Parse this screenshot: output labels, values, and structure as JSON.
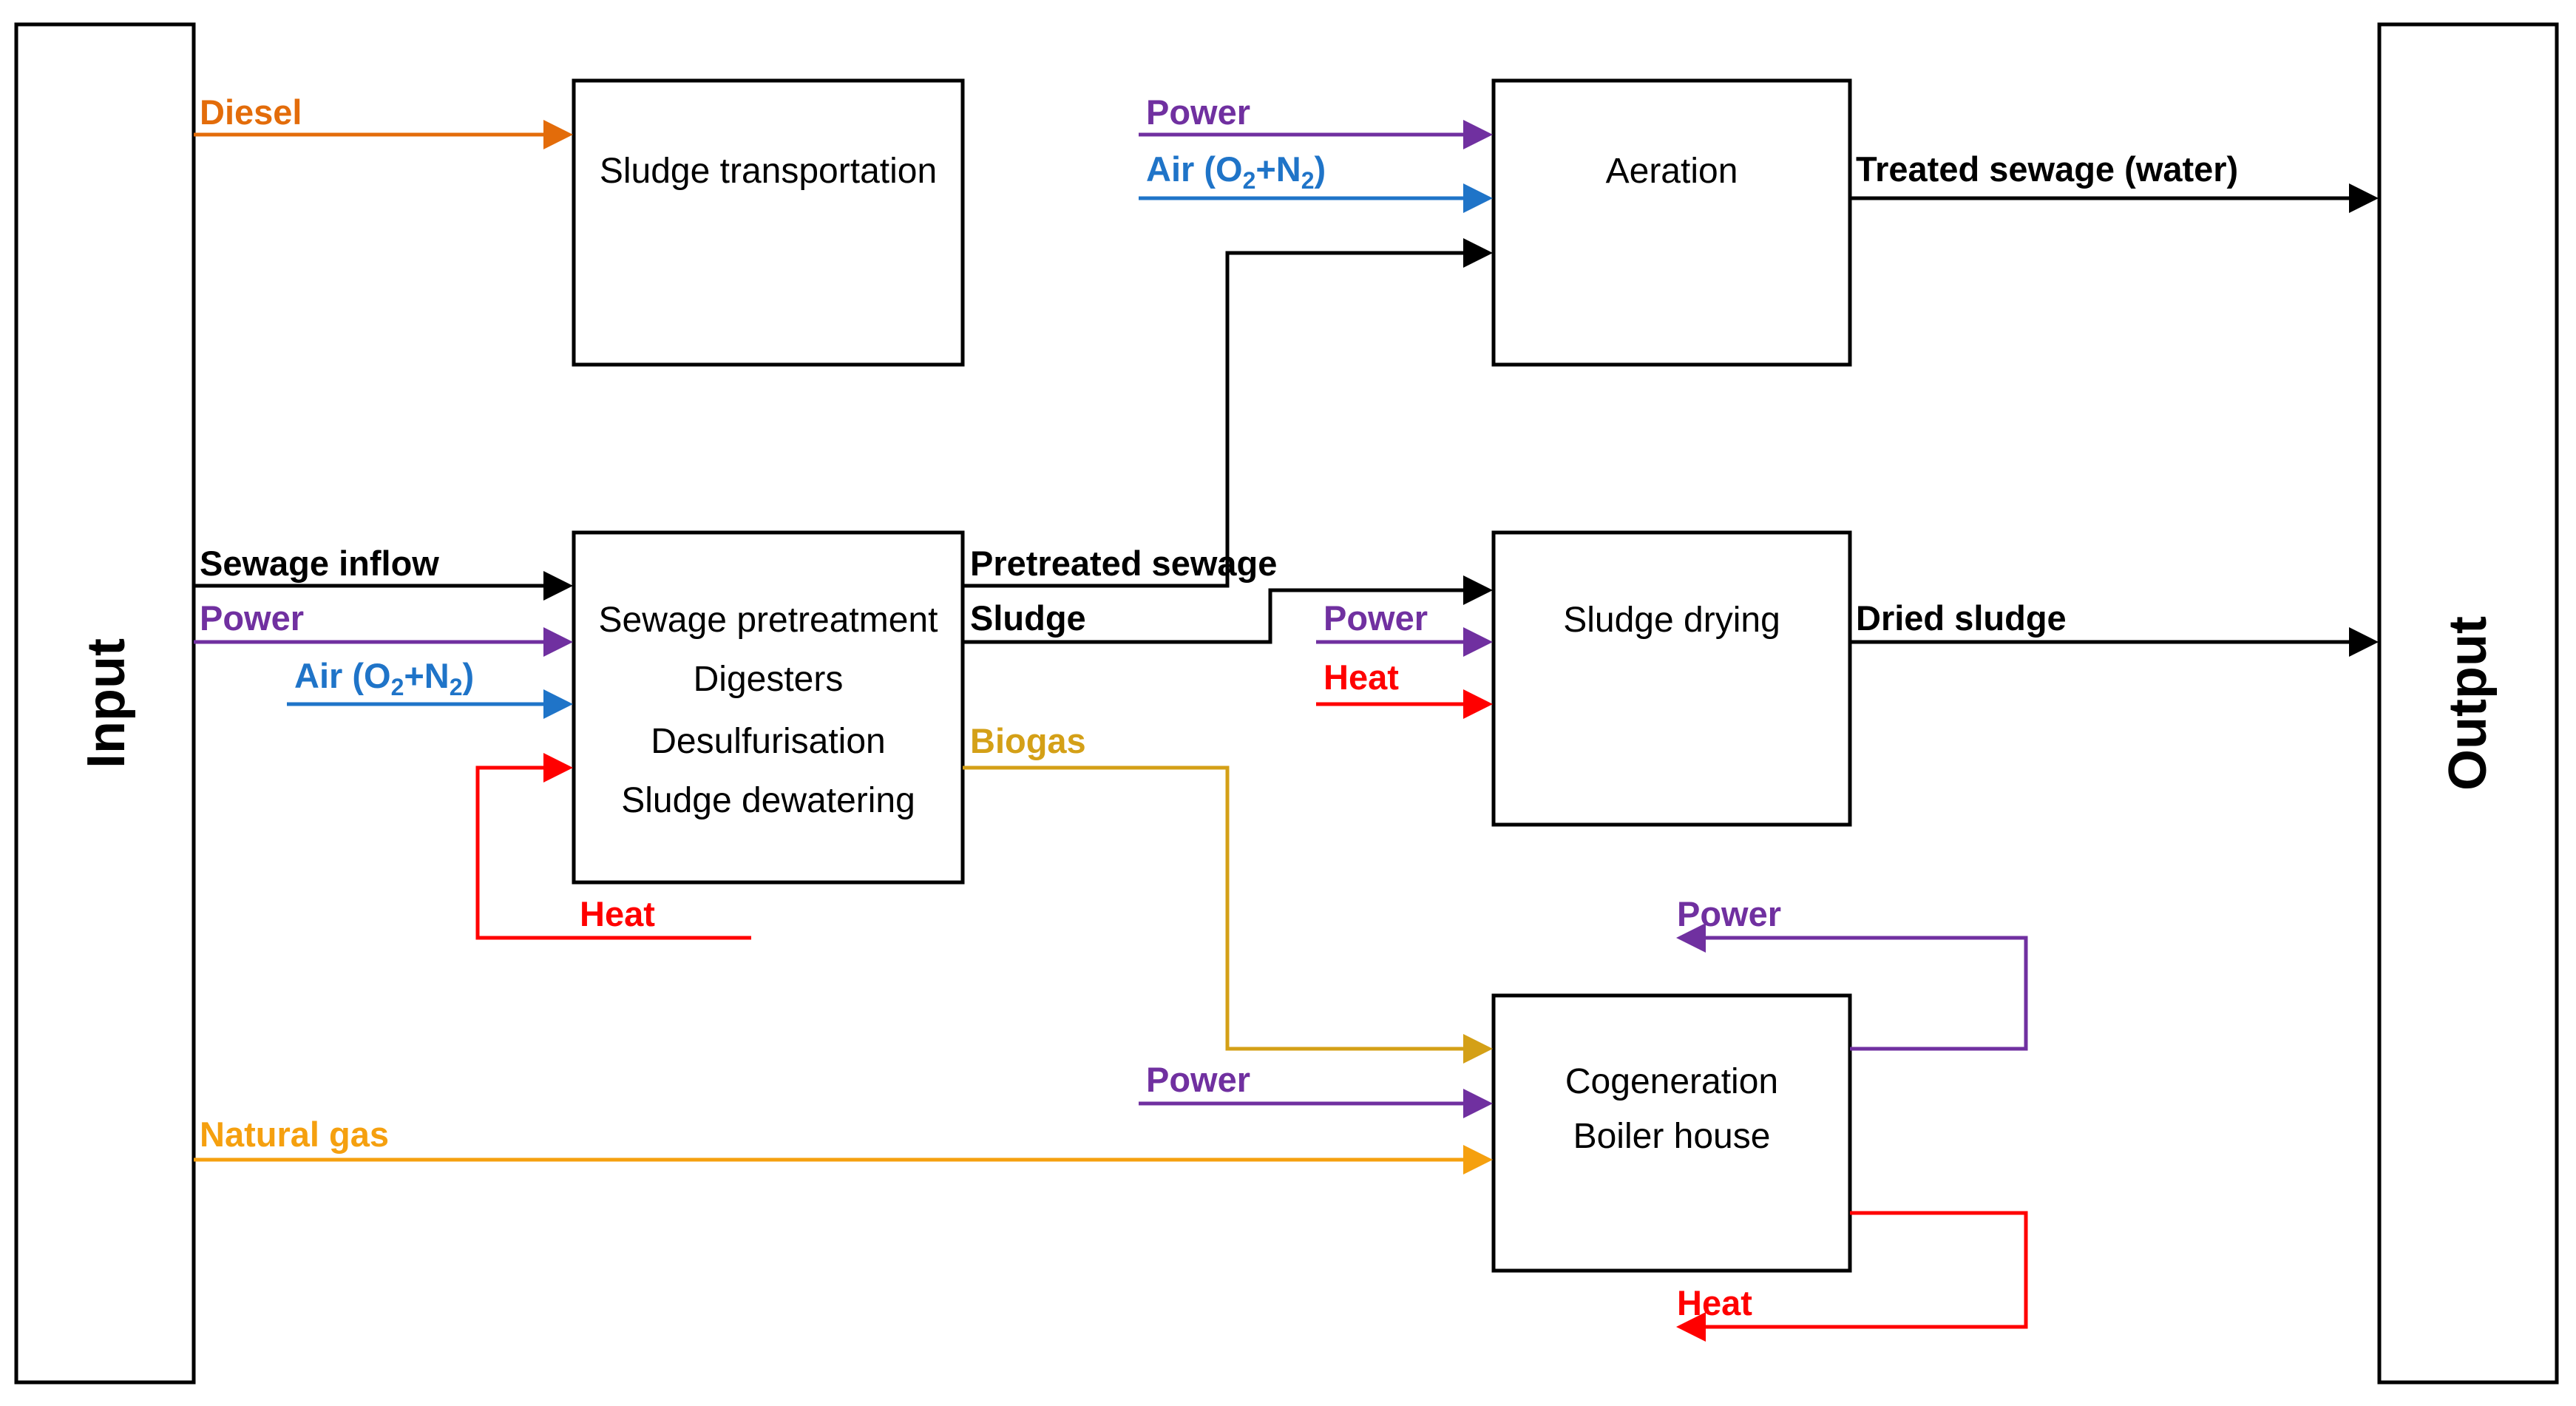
{
  "colors": {
    "black": "#000000",
    "diesel": "#e36c0a",
    "power": "#7030a0",
    "air": "#1f74c8",
    "heat": "#ff0000",
    "biogas": "#d4a017",
    "natural_gas": "#f5a00f"
  },
  "side": {
    "input": "Input",
    "output": "Output"
  },
  "processes": {
    "sludge_transportation": "Sludge transportation",
    "aeration": "Aeration",
    "pretreatment": [
      "Sewage pretreatment",
      "Digesters",
      "Desulfurisation",
      "Sludge dewatering"
    ],
    "sludge_drying": "Sludge drying",
    "cogeneration": [
      "Cogeneration",
      "Boiler house"
    ]
  },
  "flows": {
    "diesel": "Diesel",
    "power_aeration": "Power",
    "air_aeration": {
      "main": "Air (O",
      "sub1": "2",
      "mid": "+N",
      "sub2": "2",
      "end": ")"
    },
    "treated_sewage": "Treated sewage (water)",
    "sewage_inflow": "Sewage inflow",
    "power_pretreat": "Power",
    "air_pretreat": {
      "main": "Air (O",
      "sub1": "2",
      "mid": "+N",
      "sub2": "2",
      "end": ")"
    },
    "heat_pretreat": "Heat",
    "pretreated_sewage": "Pretreated sewage",
    "sludge": "Sludge",
    "biogas": "Biogas",
    "power_drying": "Power",
    "heat_drying": "Heat",
    "dried_sludge": "Dried sludge",
    "power_cogen_out": "Power",
    "power_cogen_in": "Power",
    "natural_gas": "Natural gas",
    "heat_cogen_out": "Heat"
  }
}
